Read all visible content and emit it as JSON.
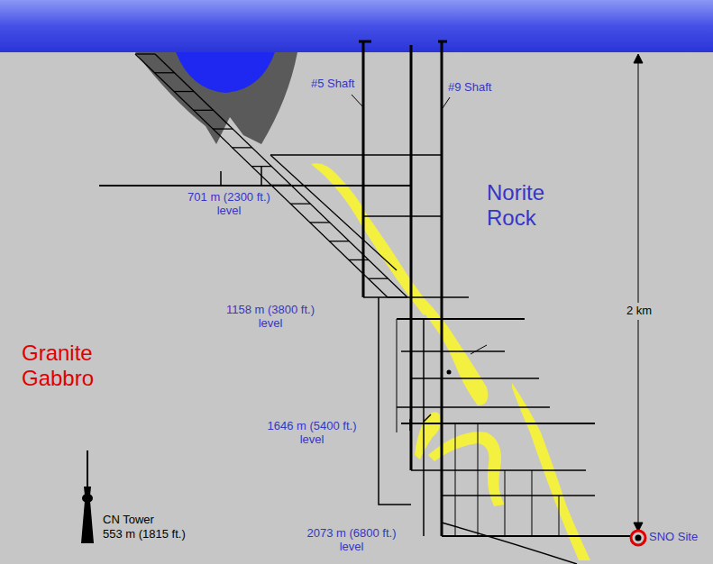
{
  "diagram": {
    "labels": [
      "#5 Shaft",
      "#9 Shaft",
      "Norite Rock",
      "701 m (2300 ft.) level",
      "1158 m (3800 ft.) level",
      "1646 m (5400 ft.) level",
      "2073 m (6800 ft.) level",
      "Granite Gabbro",
      "CN Tower",
      "553 m (1815 ft.)",
      "2 km",
      "SNO Site"
    ]
  }
}
